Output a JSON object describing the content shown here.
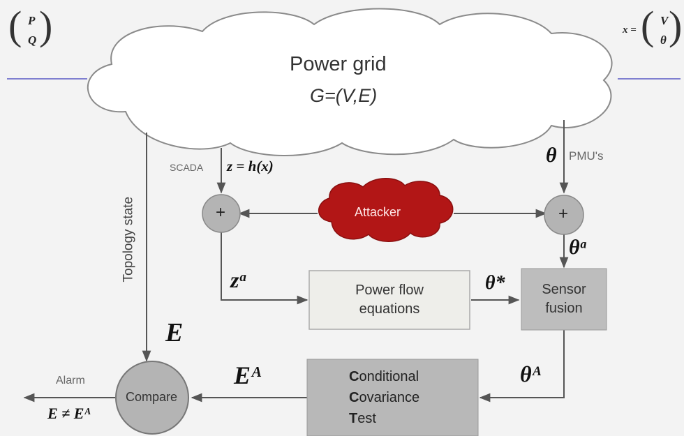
{
  "colors": {
    "background": "#f3f3f3",
    "cloud_fill": "#ffffff",
    "cloud_stroke": "#8a8a8a",
    "attacker_fill": "#b21616",
    "line": "#555555",
    "input_line": "#7f7fd0",
    "gray_node": "#b4b4b4",
    "pf_box_fill": "#eeeeea",
    "sensor_box_fill": "#bdbdbd",
    "cct_box_fill": "#b8b8b8"
  },
  "input_vector": {
    "top": "P",
    "bottom": "Q"
  },
  "output_vector": {
    "prefix": "x =",
    "top": "V",
    "bottom": "θ"
  },
  "grid": {
    "title": "Power grid",
    "subtitle": "G=(V,E)"
  },
  "scada": {
    "label": "SCADA",
    "equation": "z = h(x)"
  },
  "pmu": {
    "symbol": "θ",
    "label": "PMU's"
  },
  "attacker": {
    "label": "Attacker"
  },
  "adders": {
    "left_symbol": "+",
    "right_symbol": "+"
  },
  "za_label": "zᵃ",
  "theta_a_label": "θᵃ",
  "theta_star_label": "θ*",
  "theta_A_label": "θᴬ",
  "topology": {
    "label": "Topology state",
    "E": "E"
  },
  "EA_label": "Eᴬ",
  "power_flow": {
    "line1": "Power flow",
    "line2": "equations"
  },
  "sensor_fusion": {
    "line1": "Sensor",
    "line2": "fusion"
  },
  "cct": {
    "l1_initial": "C",
    "l1_rest": "onditional",
    "l2_initial": "C",
    "l2_rest": "ovariance",
    "l3_initial": "T",
    "l3_rest": "est"
  },
  "compare": {
    "label": "Compare"
  },
  "alarm": {
    "label": "Alarm",
    "condition": "E ≠ Eᴬ"
  }
}
